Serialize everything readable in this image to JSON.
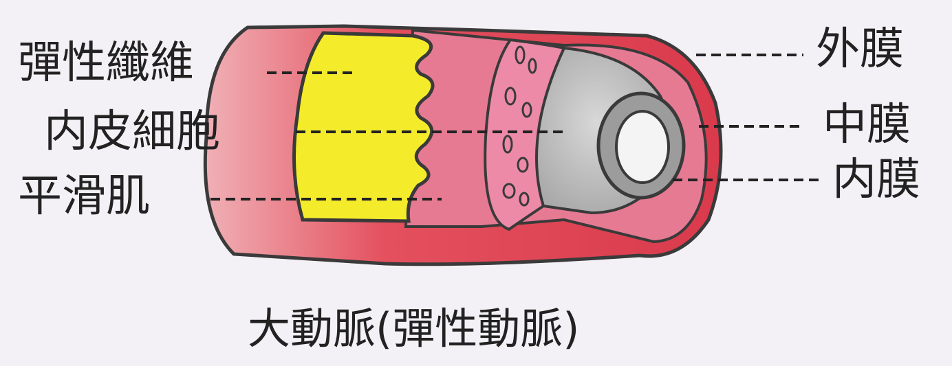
{
  "title": "大動脈(彈性動脈)",
  "labels": {
    "elastic_fiber": "彈性纖維",
    "endothelial_cell": "内皮細胞",
    "smooth_muscle": "平滑肌",
    "adventitia": "外膜",
    "media": "中膜",
    "intima": "内膜"
  },
  "colors": {
    "outer_wall": "#e0465a",
    "pink_layer": "#e8708c",
    "elastic_fiber": "#f2ea2a",
    "lumen_gray": "#bdbdbd",
    "outline": "#3a3a3a"
  }
}
